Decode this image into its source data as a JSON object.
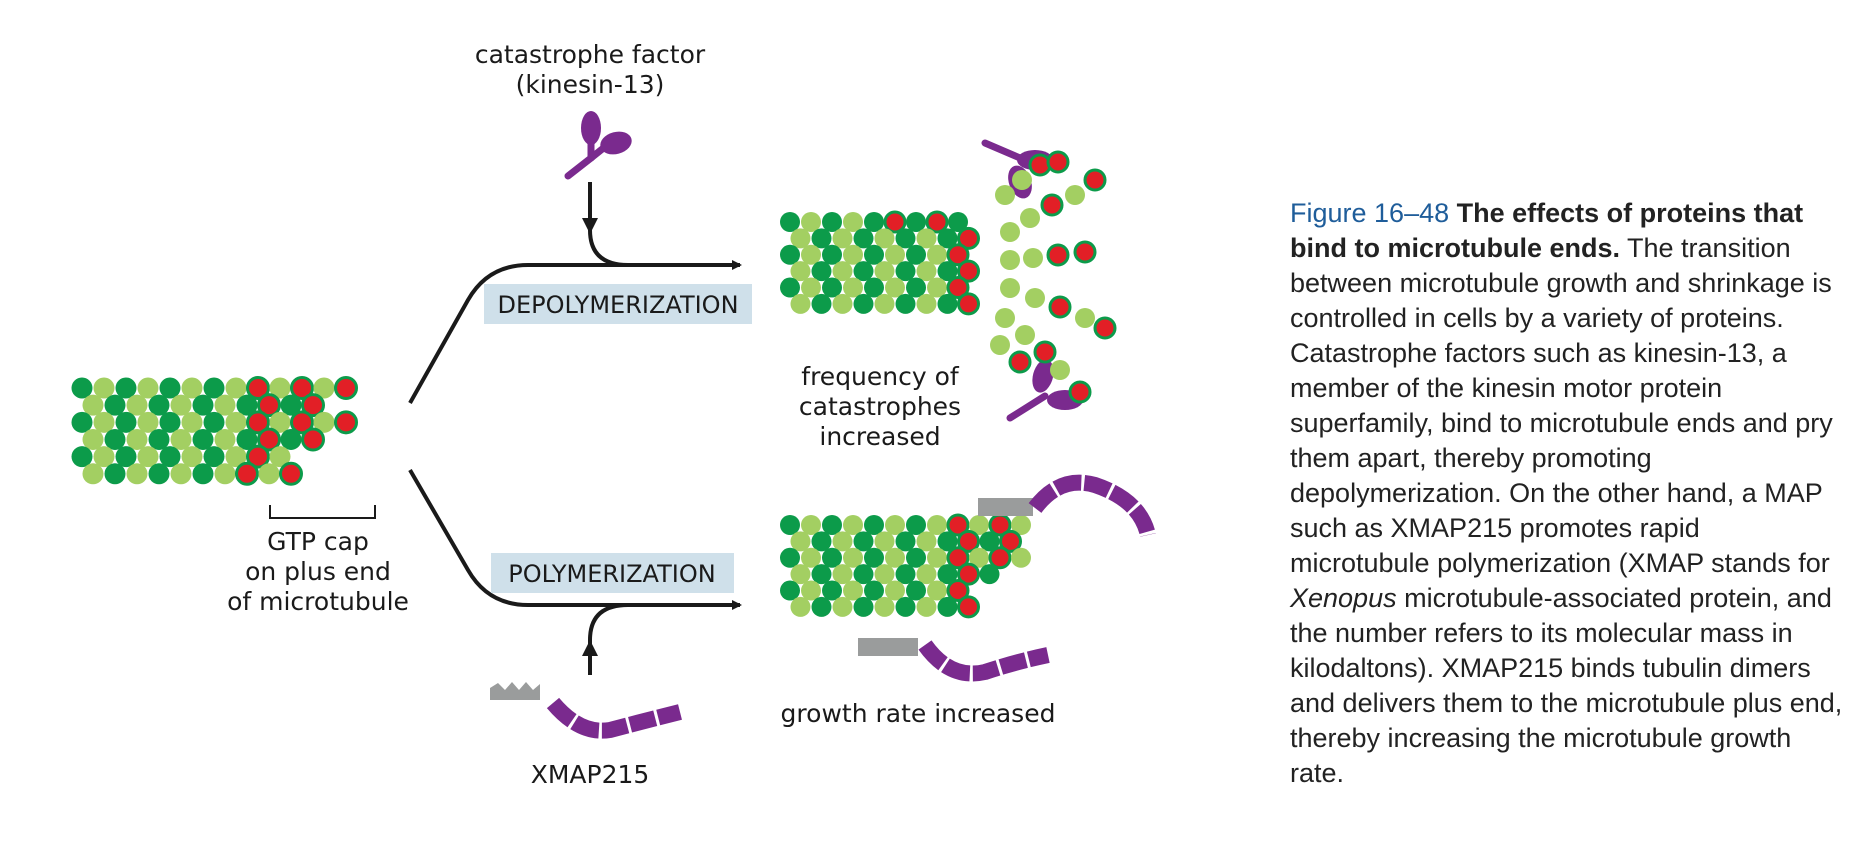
{
  "labels": {
    "catastrophe_factor_line1": "catastrophe factor",
    "catastrophe_factor_line2": "(kinesin-13)",
    "depolymerization": "DEPOLYMERIZATION",
    "polymerization": "POLYMERIZATION",
    "frequency_line1": "frequency of",
    "frequency_line2": "catastrophes",
    "frequency_line3": "increased",
    "gtp_line1": "GTP cap",
    "gtp_line2": "on plus end",
    "gtp_line3": "of microtubule",
    "growth_rate": "growth rate increased",
    "xmap215": "XMAP215"
  },
  "caption": {
    "figure_number": "Figure 16–48",
    "title": "The effects of proteins that bind to microtubule ends.",
    "body_part1": "The transition between microtubule growth and shrinkage is controlled in cells by a variety of proteins. Catastrophe factors such as kinesin-13, a member of the kinesin motor protein superfamily, bind to microtubule ends and pry them apart, thereby promoting depolymerization. On the other hand, a MAP such as XMAP215 promotes rapid microtubule polymerization (XMAP stands for ",
    "italic": "Xenopus",
    "body_part2": " microtubule-associated protein, and the number refers to its molecular mass in kilodaltons). XMAP215 binds tubulin dimers and delivers them to the microtubule plus end, thereby increasing the microtubule growth rate."
  },
  "colors": {
    "dark_green": "#0c9b4a",
    "light_green": "#a3cf62",
    "gtp_red": "#e21f26",
    "purple": "#7a2a8e",
    "gray": "#9a9c9c",
    "label_box": "#cfe0ea",
    "arrow": "#1a1a1a",
    "figure_blue": "#1f5d9a"
  }
}
